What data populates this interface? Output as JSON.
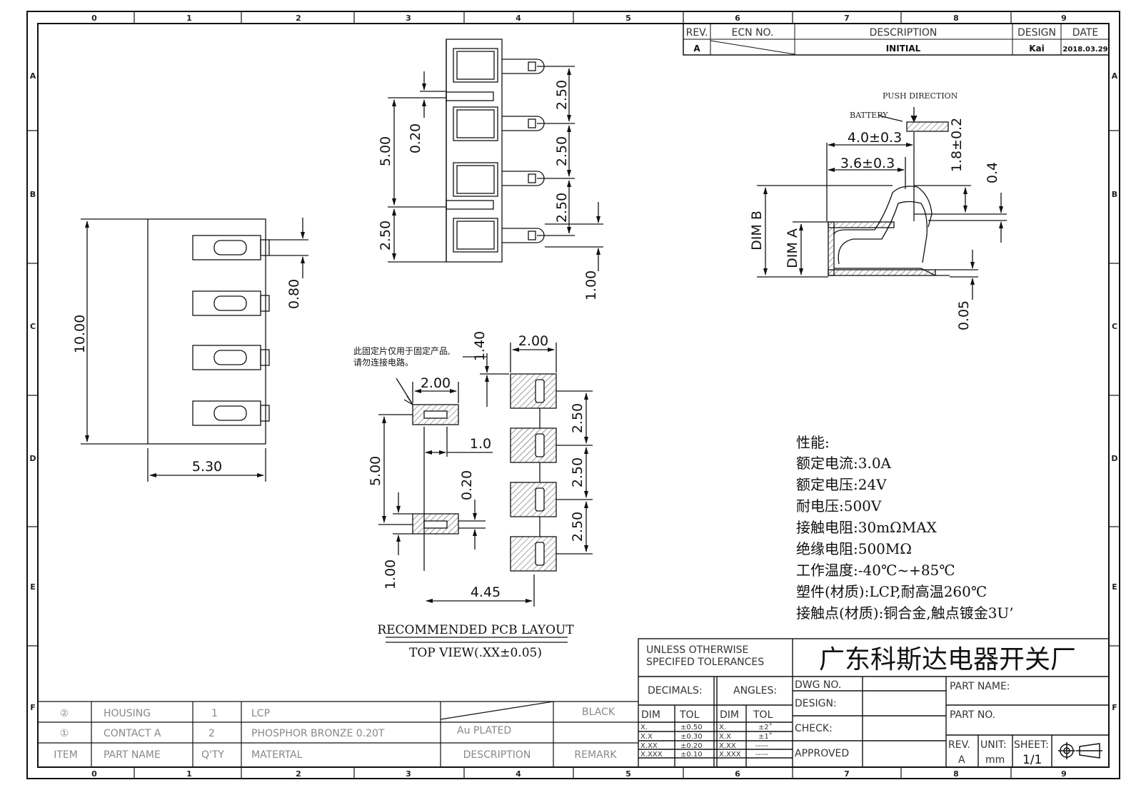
{
  "frame": {
    "zones_top": [
      "0",
      "1",
      "2",
      "3",
      "4",
      "5",
      "6",
      "7",
      "8",
      "9"
    ],
    "zones_bottom": [
      "0",
      "1",
      "2",
      "3",
      "4",
      "5",
      "6",
      "7",
      "8",
      "9"
    ],
    "zones_side": [
      "A",
      "B",
      "C",
      "D",
      "E",
      "F"
    ]
  },
  "revision_block": {
    "headers": {
      "rev": "REV.",
      "ecn": "ECN NO.",
      "description": "DESCRIPTION",
      "design": "DESIGN",
      "date": "DATE"
    },
    "row": {
      "rev": "A",
      "ecn": "",
      "description": "INITIAL",
      "design": "Kai",
      "date": "2018.03.29"
    }
  },
  "side_view": {
    "height": "10.00",
    "width": "5.30",
    "pitch": "0.80"
  },
  "top_view": {
    "dims": [
      "5.00",
      "0.20",
      "2.50",
      "2.50",
      "2.50",
      "2.50",
      "1.00"
    ]
  },
  "profile_view": {
    "push_direction": "PUSH DIRECTION",
    "battery": "BATTERY",
    "dims": [
      "4.0±0.3",
      "3.6±0.3",
      "1.8±0.2",
      "0.4",
      "0.05"
    ],
    "dim_a": "DIM A",
    "dim_b": "DIM B"
  },
  "pcb_layout": {
    "note_line1": "此固定片仅用于固定产品,",
    "note_line2": "请勿连接电路。",
    "dims": [
      "1.40",
      "2.00",
      "2.00",
      "1.0",
      "5.00",
      "0.20",
      "1.00",
      "4.45",
      "2.50",
      "2.50",
      "2.50"
    ],
    "title": "RECOMMENDED PCB LAYOUT",
    "subtitle": "TOP VIEW(.XX±0.05)"
  },
  "specs": {
    "heading": "性能:",
    "lines": [
      "额定电流:3.0A",
      "额定电压:24V",
      "耐电压:500V",
      "接触电阻:30mΩMAX",
      "绝缘电阻:500MΩ",
      "工作温度:-40℃~+85℃",
      "塑件(材质):LCP,耐高温260℃",
      "接触点(材质):铜合金,触点镀金3U’"
    ]
  },
  "bom": {
    "rows": [
      {
        "item": "②",
        "name": "HOUSING",
        "qty": "1",
        "material": "LCP",
        "description": "",
        "remark": "BLACK"
      },
      {
        "item": "①",
        "name": "CONTACT A",
        "qty": "2",
        "material": "PHOSPHOR BRONZE 0.20T",
        "description": "Au PLATED",
        "remark": ""
      }
    ],
    "header": {
      "item": "ITEM",
      "name": "PART NAME",
      "qty": "Q'TY",
      "material": "MATERTAL",
      "description": "DESCRIPTION",
      "remark": "REMARK"
    }
  },
  "title_block": {
    "tolerance_line1": "UNLESS OTHERWISE",
    "tolerance_line2": "SPECIFED TOLERANCES",
    "company": "广东科斯达电器开关厂",
    "decimals": "DECIMALS:",
    "angles": "ANGLES:",
    "dim": "DIM",
    "tol": "TOL",
    "dec_rows": [
      [
        "X.",
        "±0.50"
      ],
      [
        "X.X",
        "±0.30"
      ],
      [
        "X.XX",
        "±0.20"
      ],
      [
        "X.XXX",
        "±0.10"
      ]
    ],
    "ang_rows": [
      [
        "X.",
        "±2˚"
      ],
      [
        "X.X",
        "±1˚"
      ],
      [
        "X.XX",
        "-----"
      ],
      [
        "X.XXX",
        "-----"
      ]
    ],
    "dwg_no": "DWG NO.",
    "design": "DESIGN:",
    "check": "CHECK:",
    "approved": "APPROVED",
    "part_name": "PART NAME:",
    "part_no": "PART NO.",
    "rev_label": "REV.",
    "rev_value": "A",
    "unit_label": "UNIT:",
    "unit_value": "mm",
    "sheet_label": "SHEET:",
    "sheet_value": "1/1"
  }
}
